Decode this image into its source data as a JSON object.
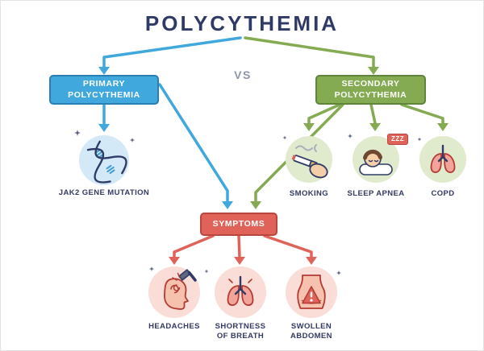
{
  "title": "POLYCYTHEMIA",
  "vs_label": "VS",
  "colors": {
    "blue": "#41a8dd",
    "green": "#84ab52",
    "red": "#e0635a",
    "navy": "#2f3b66"
  },
  "primary": {
    "label": "PRIMARY POLYCYTHEMIA",
    "cause_label": "JAK2 GENE MUTATION"
  },
  "secondary": {
    "label": "SECONDARY POLYCYTHEMIA",
    "causes": [
      {
        "label": "SMOKING"
      },
      {
        "label": "SLEEP APNEA",
        "badge": "ZZZ"
      },
      {
        "label": "COPD"
      }
    ]
  },
  "symptoms": {
    "label": "SYMPTOMS",
    "items": [
      {
        "label": "HEADACHES"
      },
      {
        "label": "SHORTNESS OF BREATH"
      },
      {
        "label": "SWOLLEN ABDOMEN"
      }
    ]
  }
}
